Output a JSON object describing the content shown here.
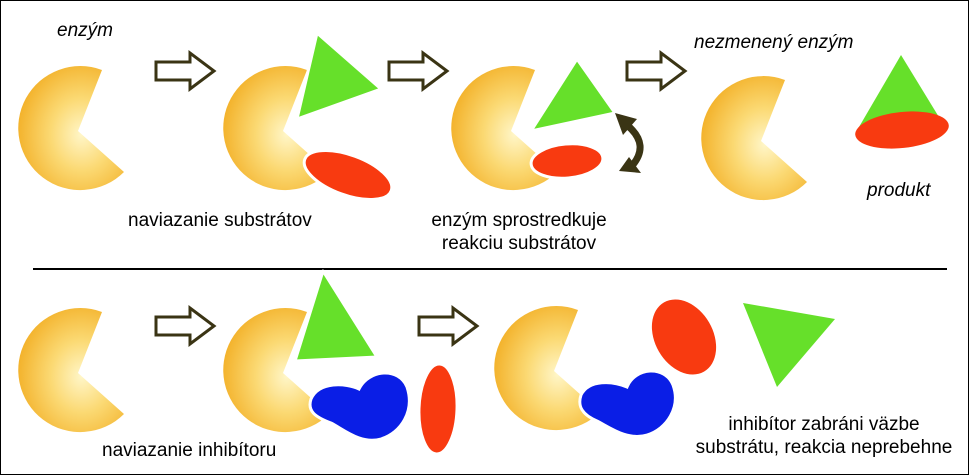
{
  "top_panel": {
    "enzyme_label": "enzým",
    "unchanged_enzyme_label": "nezmenený enzým",
    "product_label": "produkt",
    "binding_substrates_caption": "naviazanie substrátov",
    "mediation_caption_line1": "enzým sprostredkuje",
    "mediation_caption_line2": "reakciu substrátov"
  },
  "bottom_panel": {
    "inhibitor_binding_caption": "naviazanie inhibítoru",
    "inhibition_caption_line1": "inhibítor zabráni väzbe",
    "inhibition_caption_line2": "substrátu, reakcia neprebehne"
  },
  "colors": {
    "enzyme_gradient_center": "#fff6c8",
    "enzyme_gradient_edge": "#f2ad22",
    "substrate_triangle": "#66e02a",
    "substrate_ellipse": "#f83a10",
    "inhibitor": "#0a1ee6",
    "arrow_fill": "#ffffff",
    "arrow_stroke": "#3a3414",
    "rotation_arrow": "#3a3414"
  }
}
